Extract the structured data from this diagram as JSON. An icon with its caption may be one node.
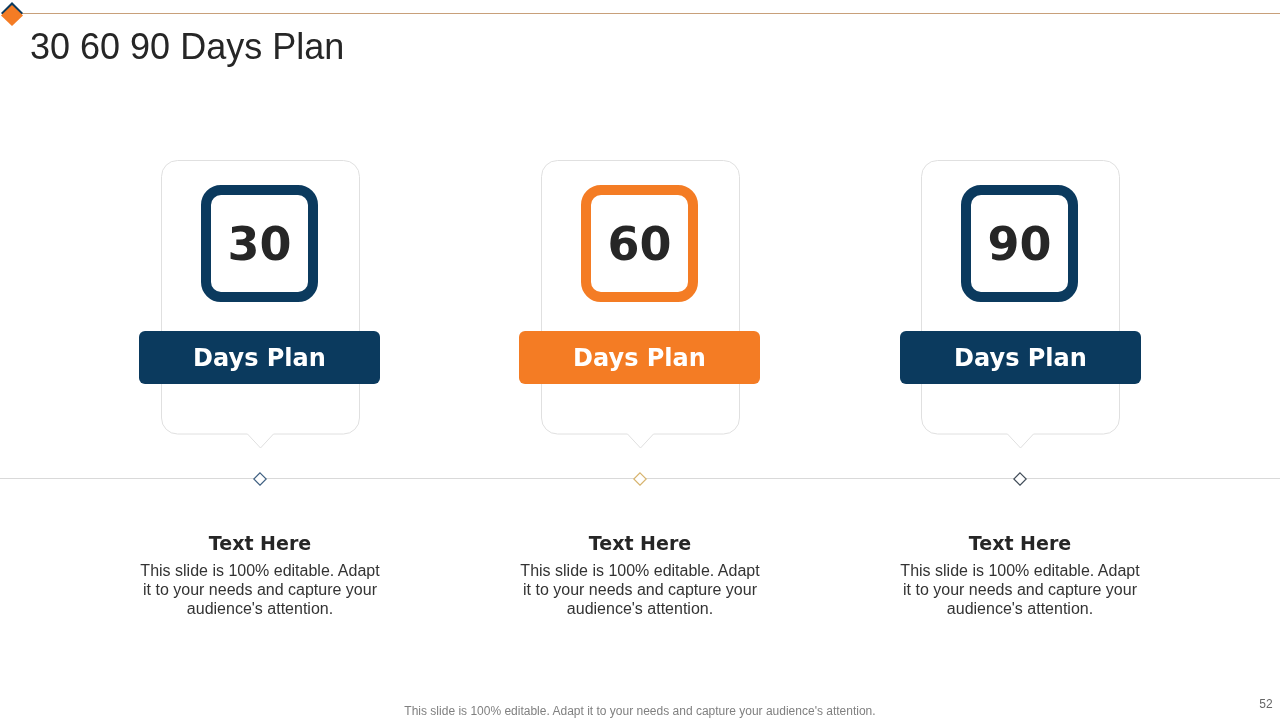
{
  "diagram": {
    "title": "30 60 90 Days Plan",
    "nodes": [
      {
        "text": [],
        "shape": "box"
      },
      {
        "text": [
          "30"
        ],
        "in": 0
      },
      {
        "text": [
          "Days Plan"
        ]
      },
      {
        "text": [],
        "shape": "box"
      },
      {
        "text": [
          "60"
        ],
        "in": 3
      },
      {
        "text": [
          "Days Plan"
        ]
      },
      {
        "text": [],
        "shape": "box"
      },
      {
        "text": [
          "90"
        ],
        "in": 6
      },
      {
        "text": [
          "Days Plan"
        ]
      }
    ],
    "labels": [
      "Text Here",
      "This slide is 100% editable. Adapt it to your needs and capture your audience's attention.",
      "Text Here",
      "This slide is 100% editable. Adapt it to your needs and capture your audience's attention.",
      "Text Here",
      "This slide is 100% editable. Adapt it to your needs and capture your audience's attention.",
      "This slide is 100% editable. Adapt it to your needs and capture your audience's attention.",
      "52"
    ]
  }
}
